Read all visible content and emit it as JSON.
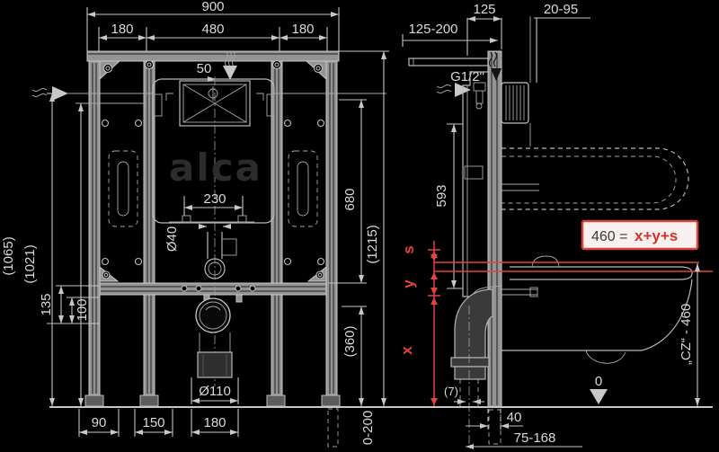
{
  "logo": "alca",
  "accent_red": "#e2453c",
  "background": "#000000",
  "front_view": {
    "labels": {
      "w900": "900",
      "w180l": "180",
      "w480": "480",
      "w180r": "180",
      "inlet_offset": "50",
      "flush_centers": "230",
      "flush_pipe_dia": "Ø40",
      "h1065": "(1065)",
      "h1021": "(1021)",
      "d135": "135",
      "d100": "100",
      "h680": "680",
      "h1215": "(1215)",
      "h360": "(360)",
      "drain_dia": "Ø110",
      "f90": "90",
      "f150": "150",
      "f180": "180",
      "leg_range": "0-200"
    }
  },
  "side_view": {
    "labels": {
      "depth125": "125",
      "wall_gap": "20-95",
      "supply_range": "125-200",
      "thread": "G1/2\"",
      "h593": "593",
      "dim_s": "s",
      "dim_y": "y",
      "dim_x": "x",
      "formula_left": "460 =",
      "formula_right": "x+y+s",
      "seat_note": "„CZ“ - 460",
      "floor_ref": "0",
      "offset7": "(7)",
      "out40": "40",
      "out_range": "75-168"
    }
  }
}
